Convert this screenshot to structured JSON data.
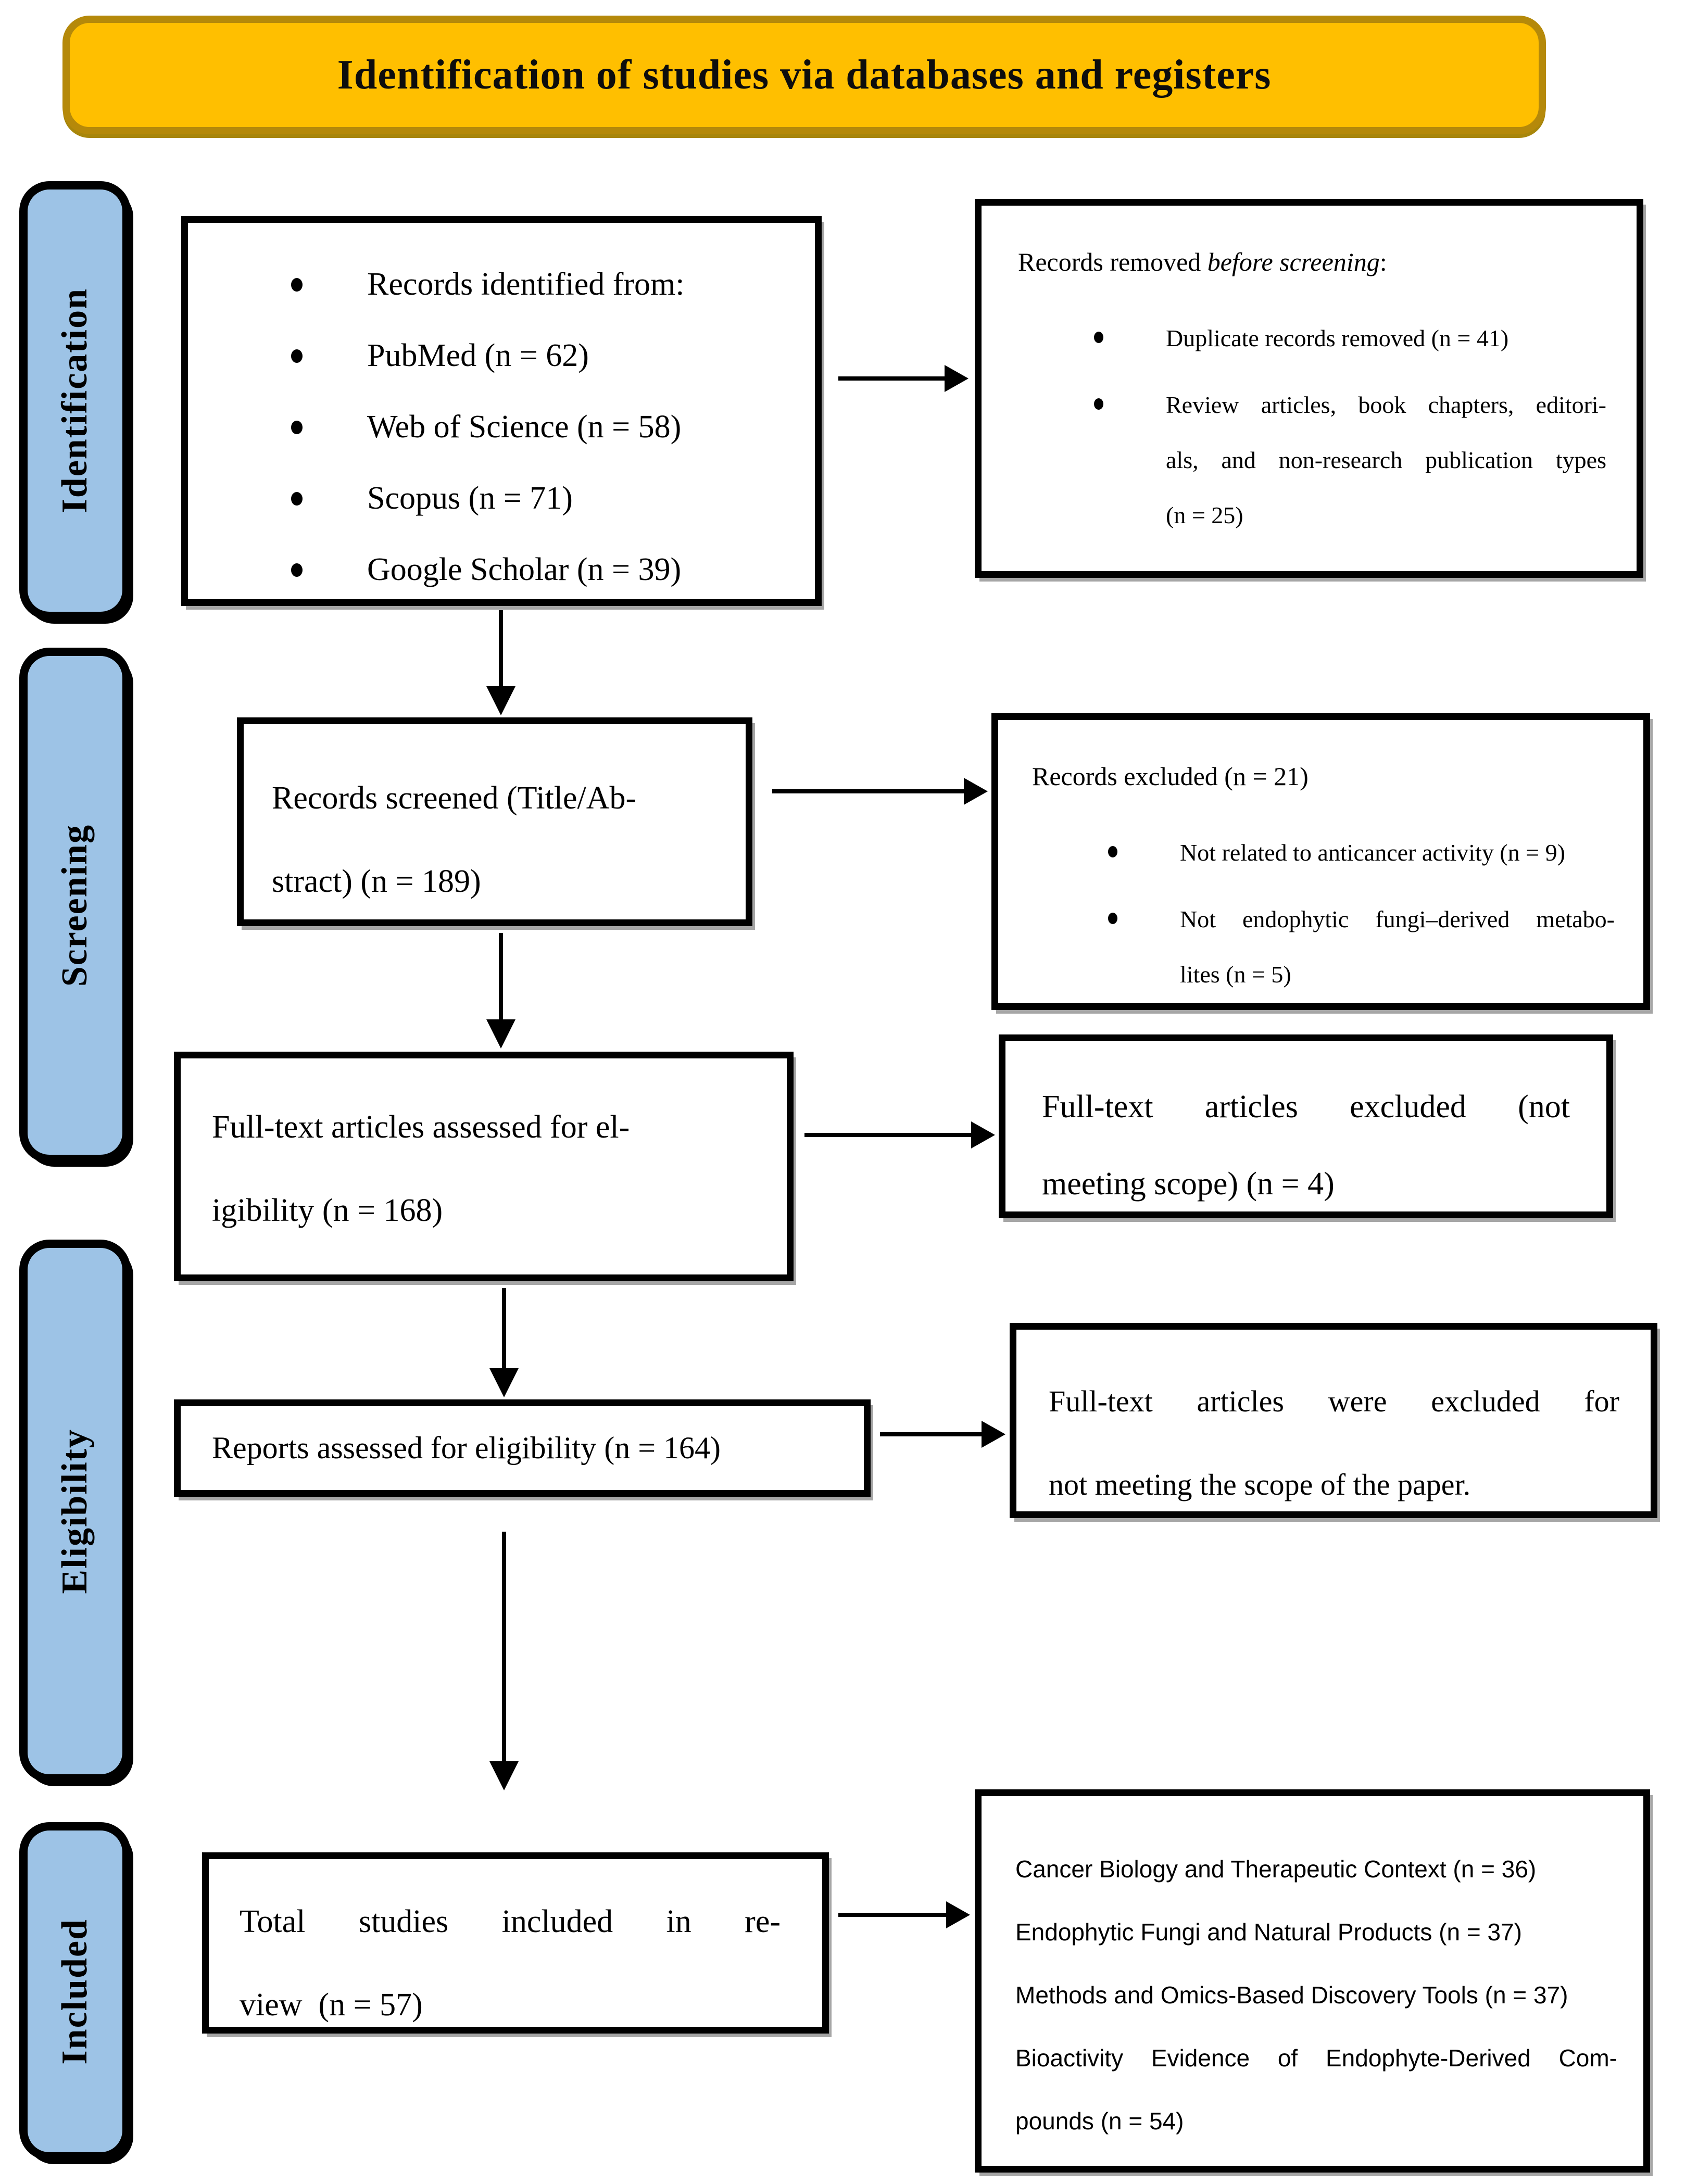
{
  "banner": {
    "title": "Identification of studies via databases and registers",
    "fill_color": "#FFBF00",
    "border_color": "#B5890A"
  },
  "sidebar": {
    "fill_color": "#9DC3E6",
    "items": [
      {
        "label": "Identification"
      },
      {
        "label": "Screening"
      },
      {
        "label": "Eligibility"
      },
      {
        "label": "Included"
      }
    ]
  },
  "flow": {
    "identified": {
      "bullets": [
        "Records identified from:",
        "PubMed (n = 62)",
        "Web of Science (n = 58)",
        "Scopus (n = 71)",
        "Google Scholar (n = 39)"
      ]
    },
    "screened": {
      "lines": [
        "Records screened (Title/Ab-",
        "stract) (n = 189)"
      ]
    },
    "fulltext": {
      "lines": [
        "Full-text articles assessed for el-",
        "igibility (n = 168)"
      ]
    },
    "reports": {
      "lines": [
        "Reports assessed for eligibility (n = 164)"
      ]
    },
    "total": {
      "lines": [
        "Total studies included in re-",
        "view  (n = 57)"
      ]
    }
  },
  "side_boxes": {
    "removed": {
      "header_prefix": "Records removed ",
      "header_italic": "before screening",
      "header_suffix": ":",
      "bullet1": "Duplicate records removed (n = 41)",
      "bullet2_lines": [
        "Review articles, book chapters, editori-",
        "als, and non-research publication types",
        "(n = 25)"
      ]
    },
    "excluded": {
      "header": "Records excluded (n = 21)",
      "bullet1": "Not related to anticancer activity (n = 9)",
      "bullet2_lines": [
        "Not endophytic fungi–derived metabo-",
        "lites (n = 5)"
      ]
    },
    "ft_excluded": {
      "lines": [
        "Full-text articles excluded (not",
        "meeting scope) (n = 4)"
      ]
    },
    "rep_excluded": {
      "lines": [
        "Full-text articles were excluded for",
        "not meeting the scope of the paper."
      ]
    },
    "categories": {
      "lines": [
        "Cancer Biology and Therapeutic Context (n = 36)",
        "Endophytic Fungi and Natural Products (n = 37)",
        "Methods and Omics-Based Discovery Tools (n = 37)",
        "Bioactivity  Evidence  of  Endophyte-Derived  Com-",
        "pounds (n = 54)"
      ]
    }
  }
}
